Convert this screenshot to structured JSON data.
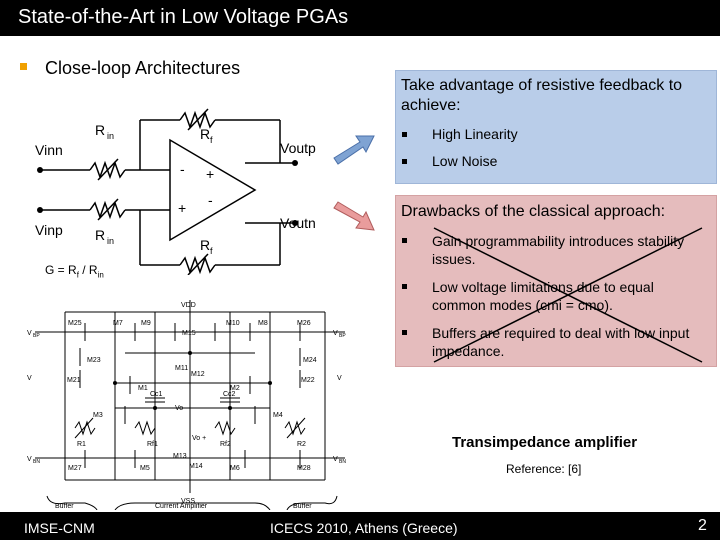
{
  "title": "State-of-the-Art in Low Voltage PGAs",
  "section": {
    "label": "Close-loop Architectures"
  },
  "opamp": {
    "vinn": "Vinn",
    "vinp": "Vinp",
    "voutp": "Voutp",
    "voutn": "Voutn",
    "rin": "R",
    "rf": "R",
    "sub_in": "in",
    "sub_f": "f",
    "minus": "-",
    "plus": "+"
  },
  "gain_formula": {
    "g": "G = R",
    "f": "f",
    "slash": " / R",
    "in": "in"
  },
  "advantages": {
    "heading": "Take advantage of resistive feedback to achieve:",
    "items": [
      "High Linearity",
      "Low Noise"
    ]
  },
  "drawbacks": {
    "heading": "Drawbacks of the classical approach:",
    "items": [
      "Gain programmability introduces stability issues.",
      "Low voltage limitations due to equal common modes (cmi = cmo).",
      "Buffers are required to deal with low input impedance."
    ]
  },
  "circuit": {
    "vdd": "VDD",
    "vss": "VSS",
    "vbp": "V",
    "vbp_sub": "BP",
    "vbn": "V",
    "vbn_sub": "BN",
    "vi_plus": "V",
    "vi_minus": "V",
    "transistors": [
      "M25",
      "M7",
      "M9",
      "M15",
      "M10",
      "M8",
      "M26",
      "M23",
      "M21",
      "M11",
      "M12",
      "M24",
      "M22",
      "M1",
      "M2",
      "M3",
      "M4",
      "M13",
      "M14",
      "M27",
      "M5",
      "M6",
      "M28"
    ],
    "caps": [
      "Cc1",
      "Cc2"
    ],
    "resistors": [
      "R1",
      "Rf1",
      "Rf2",
      "R2"
    ],
    "vo_minus": "Vo -",
    "vo_plus": "Vo +",
    "buffer_left": "Buffer",
    "current_amp": "Current Amplifier",
    "buffer_right": "Buffer"
  },
  "caption": {
    "main": "Transimpedance amplifier",
    "reference": "Reference: [6]"
  },
  "footer": {
    "left": "IMSE-CNM",
    "center": "ICECS 2010, Athens (Greece)",
    "page": "2"
  }
}
